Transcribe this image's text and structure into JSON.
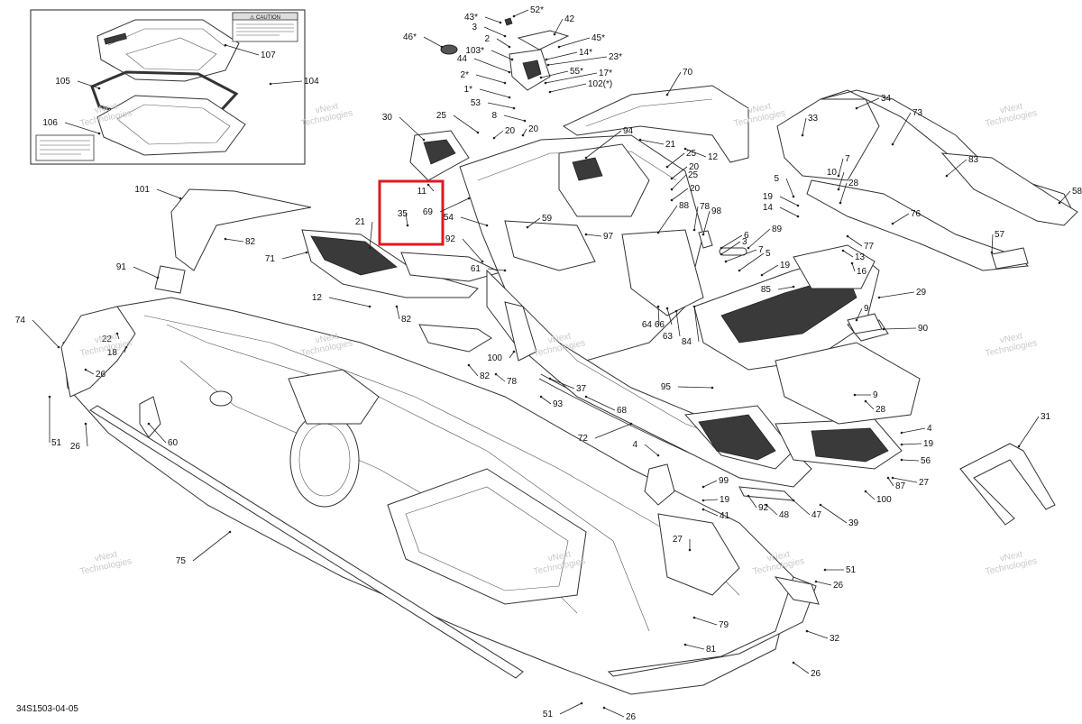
{
  "figure_code": "34S1503-04-05",
  "watermark_text": [
    "vNext",
    "Technologies"
  ],
  "caution_label": "⚠ CAUTION",
  "highlight_color": "#e0191f",
  "part_labels": [
    "1",
    "2",
    "3",
    "4",
    "5",
    "6",
    "7",
    "8",
    "9",
    "10",
    "11",
    "12",
    "14",
    "16",
    "17",
    "18",
    "19",
    "20",
    "21",
    "22",
    "23",
    "25",
    "26",
    "27",
    "28",
    "29",
    "30",
    "31",
    "32",
    "33",
    "34",
    "35",
    "37",
    "39",
    "41",
    "42",
    "43",
    "44",
    "45",
    "46",
    "47",
    "48",
    "51",
    "52",
    "53",
    "54",
    "55",
    "56",
    "57",
    "58",
    "59",
    "60",
    "61",
    "63",
    "64",
    "66",
    "68",
    "69",
    "70",
    "71",
    "72",
    "73",
    "74",
    "75",
    "76",
    "77",
    "78",
    "79",
    "81",
    "82",
    "83",
    "84",
    "85",
    "87",
    "88",
    "89",
    "90",
    "91",
    "92",
    "94",
    "95",
    "97",
    "98",
    "99",
    "100",
    "101",
    "102",
    "103",
    "104",
    "105",
    "106",
    "107"
  ]
}
